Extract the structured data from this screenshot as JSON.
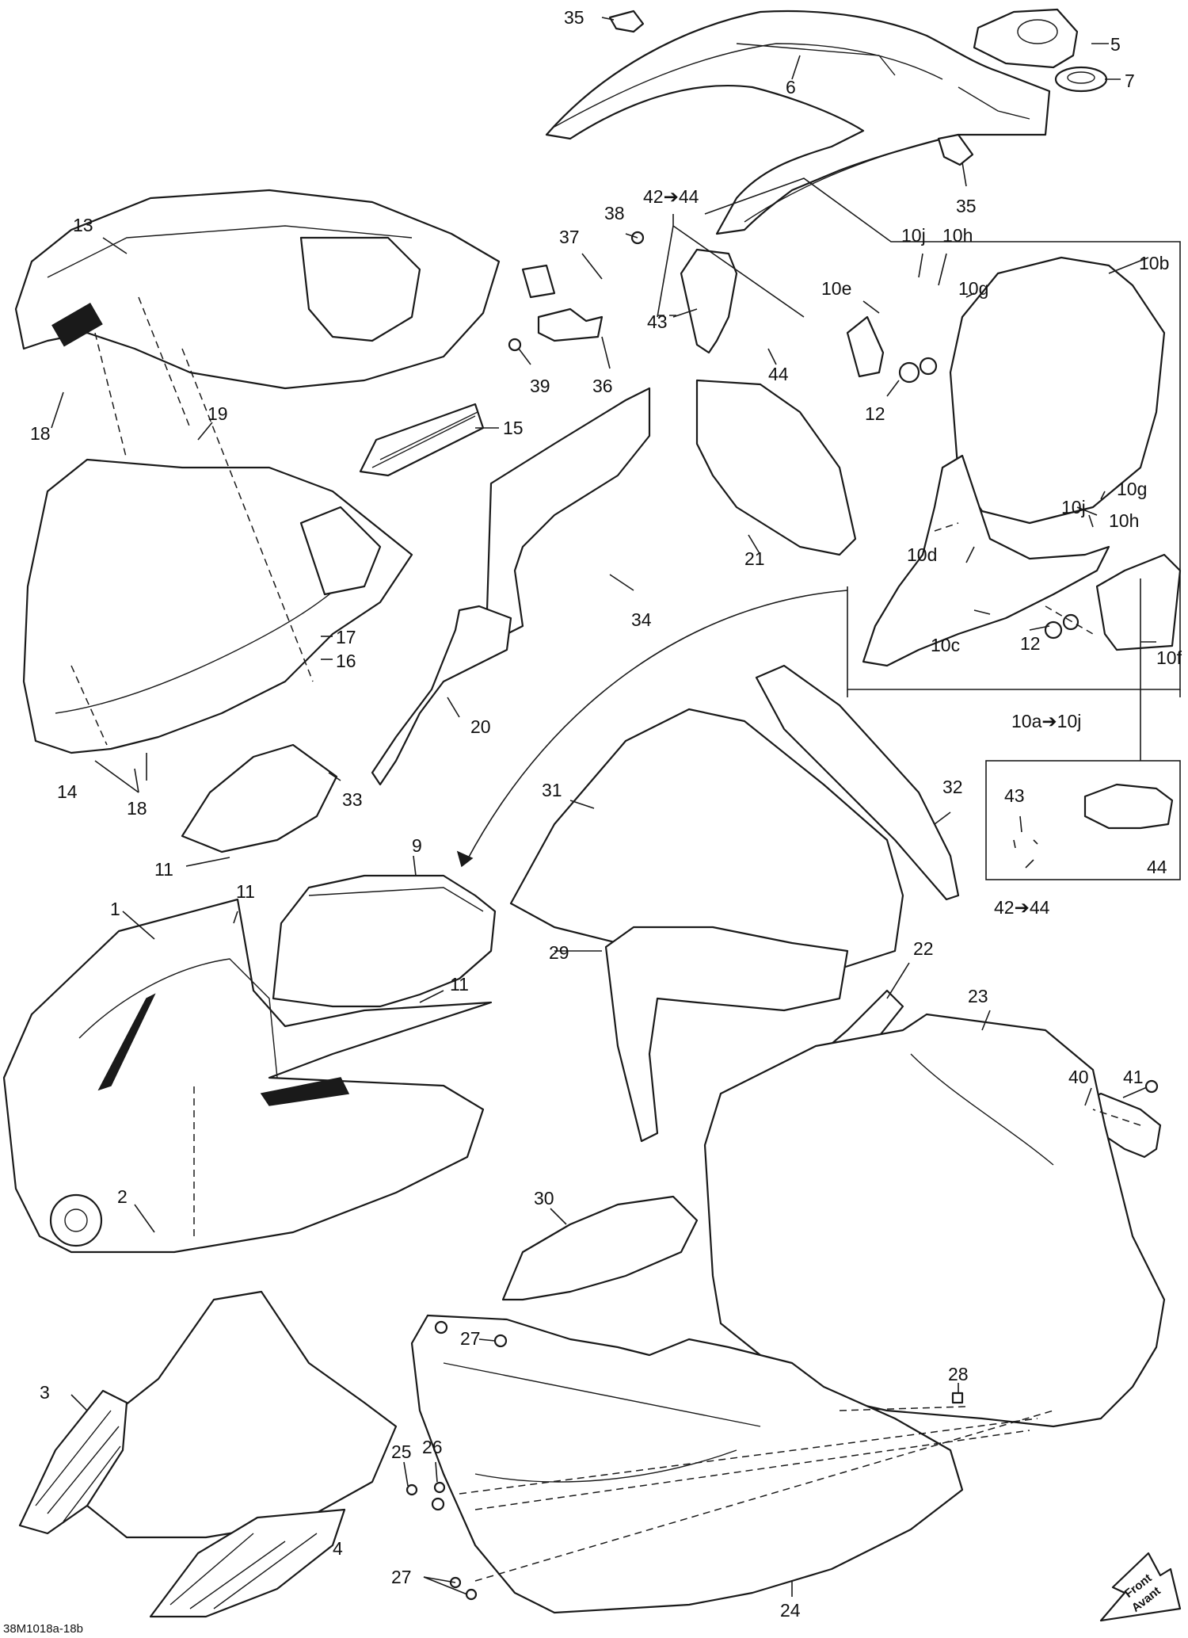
{
  "callouts": [
    {
      "id": "35a",
      "text": "35"
    },
    {
      "id": "6",
      "text": "6"
    },
    {
      "id": "5",
      "text": "5"
    },
    {
      "id": "7",
      "text": "7"
    },
    {
      "id": "35b",
      "text": "35"
    },
    {
      "id": "13",
      "text": "13"
    },
    {
      "id": "18a",
      "text": "18"
    },
    {
      "id": "19",
      "text": "19"
    },
    {
      "id": "15",
      "text": "15"
    },
    {
      "id": "17",
      "text": "17"
    },
    {
      "id": "16",
      "text": "16"
    },
    {
      "id": "14",
      "text": "14"
    },
    {
      "id": "18b",
      "text": "18"
    },
    {
      "id": "38",
      "text": "38"
    },
    {
      "id": "37",
      "text": "37"
    },
    {
      "id": "39",
      "text": "39"
    },
    {
      "id": "36",
      "text": "36"
    },
    {
      "id": "42-44a",
      "text": "42➔44"
    },
    {
      "id": "43a",
      "text": "43"
    },
    {
      "id": "44a",
      "text": "44"
    },
    {
      "id": "10j-top",
      "text": "10j"
    },
    {
      "id": "10h-top",
      "text": "10h"
    },
    {
      "id": "10g-top",
      "text": "10g"
    },
    {
      "id": "10e",
      "text": "10e"
    },
    {
      "id": "10b",
      "text": "10b"
    },
    {
      "id": "12a",
      "text": "12"
    },
    {
      "id": "10g-mid",
      "text": "10g"
    },
    {
      "id": "10j-mid",
      "text": "10j"
    },
    {
      "id": "10h-mid",
      "text": "10h"
    },
    {
      "id": "10d",
      "text": "10d"
    },
    {
      "id": "10c",
      "text": "10c"
    },
    {
      "id": "12b",
      "text": "12"
    },
    {
      "id": "10f",
      "text": "10f"
    },
    {
      "id": "10a-10j",
      "text": "10a➔10j"
    },
    {
      "id": "21",
      "text": "21"
    },
    {
      "id": "34",
      "text": "34"
    },
    {
      "id": "20",
      "text": "20"
    },
    {
      "id": "33",
      "text": "33"
    },
    {
      "id": "31",
      "text": "31"
    },
    {
      "id": "32",
      "text": "32"
    },
    {
      "id": "43b",
      "text": "43"
    },
    {
      "id": "44b",
      "text": "44"
    },
    {
      "id": "42-44b",
      "text": "42➔44"
    },
    {
      "id": "9",
      "text": "9"
    },
    {
      "id": "11a",
      "text": "11"
    },
    {
      "id": "11b",
      "text": "11"
    },
    {
      "id": "1",
      "text": "1"
    },
    {
      "id": "11c",
      "text": "11"
    },
    {
      "id": "29",
      "text": "29"
    },
    {
      "id": "22",
      "text": "22"
    },
    {
      "id": "23",
      "text": "23"
    },
    {
      "id": "40",
      "text": "40"
    },
    {
      "id": "41",
      "text": "41"
    },
    {
      "id": "30",
      "text": "30"
    },
    {
      "id": "2",
      "text": "2"
    },
    {
      "id": "3",
      "text": "3"
    },
    {
      "id": "27a",
      "text": "27"
    },
    {
      "id": "28",
      "text": "28"
    },
    {
      "id": "25",
      "text": "25"
    },
    {
      "id": "26",
      "text": "26"
    },
    {
      "id": "27b",
      "text": "27"
    },
    {
      "id": "4",
      "text": "4"
    },
    {
      "id": "24",
      "text": "24"
    }
  ],
  "doc_ref": "38M1018a-18b",
  "front_label": {
    "line1": "Front",
    "line2": "Avant"
  }
}
